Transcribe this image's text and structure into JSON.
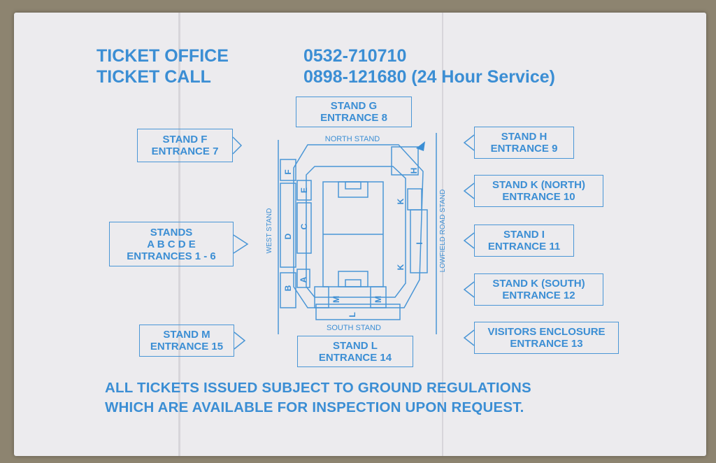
{
  "header": {
    "ticket_office_label": "TICKET OFFICE",
    "ticket_office_number": "0532-710710",
    "ticket_call_label": "TICKET CALL",
    "ticket_call_number": "0898-121680 (24 Hour Service)"
  },
  "entrances": {
    "stand_g": [
      "STAND G",
      "ENTRANCE 8"
    ],
    "stand_f": [
      "STAND F",
      "ENTRANCE 7"
    ],
    "stand_h": [
      "STAND H",
      "ENTRANCE 9"
    ],
    "stand_k_north": [
      "STAND K (NORTH)",
      "ENTRANCE 10"
    ],
    "stands_abcde": [
      "STANDS",
      "A B C D E",
      "ENTRANCES 1 - 6"
    ],
    "stand_i": [
      "STAND I",
      "ENTRANCE 11"
    ],
    "stand_k_south": [
      "STAND K (SOUTH)",
      "ENTRANCE 12"
    ],
    "stand_m": [
      "STAND M",
      "ENTRANCE 15"
    ],
    "visitors": [
      "VISITORS ENCLOSURE",
      "ENTRANCE 13"
    ],
    "stand_l": [
      "STAND L",
      "ENTRANCE 14"
    ]
  },
  "map": {
    "north_stand": "NORTH STAND",
    "south_stand": "SOUTH STAND",
    "west_stand": "WEST STAND",
    "east_stand": "LOWFIELD ROAD STAND",
    "letters": {
      "f": "F",
      "e": "E",
      "d": "D",
      "c": "C",
      "a": "A",
      "b": "B",
      "h": "H",
      "k1": "K",
      "i": "I",
      "k2": "K",
      "m1": "M",
      "l": "L",
      "m2": "M"
    }
  },
  "footer": {
    "line1": "ALL TICKETS ISSUED SUBJECT TO GROUND REGULATIONS",
    "line2": "WHICH ARE AVAILABLE FOR INSPECTION UPON REQUEST."
  },
  "colors": {
    "ink": "#3b8ed4",
    "paper": "#ecebee",
    "table": "#8d8470"
  }
}
